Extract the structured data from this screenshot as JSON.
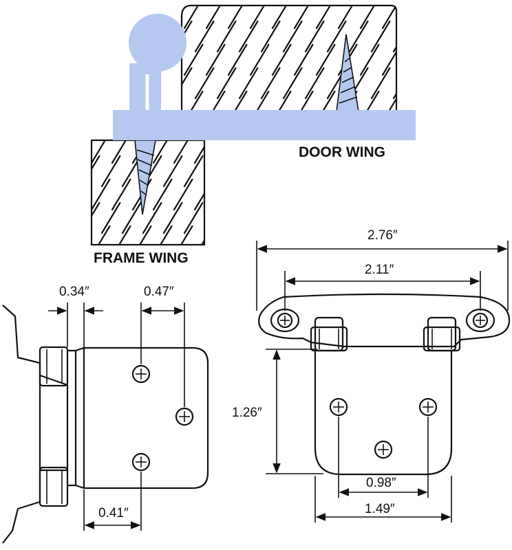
{
  "colors": {
    "hinge_fill": "#b4c8f0",
    "line": "#111111",
    "background": "#ffffff"
  },
  "labels": {
    "door_wing": "DOOR WING",
    "frame_wing": "FRAME WING"
  },
  "dimensions": {
    "total_width": "2.76″",
    "hole_spacing_top": "2.11″",
    "leaf_height": "1.26″",
    "hole_spacing_bottom": "0.98″",
    "leaf_width": "1.49″",
    "offset_knuckle": "0.34″",
    "hole_to_edge": "0.47″",
    "knuckle_to_hole": "0.41″"
  }
}
